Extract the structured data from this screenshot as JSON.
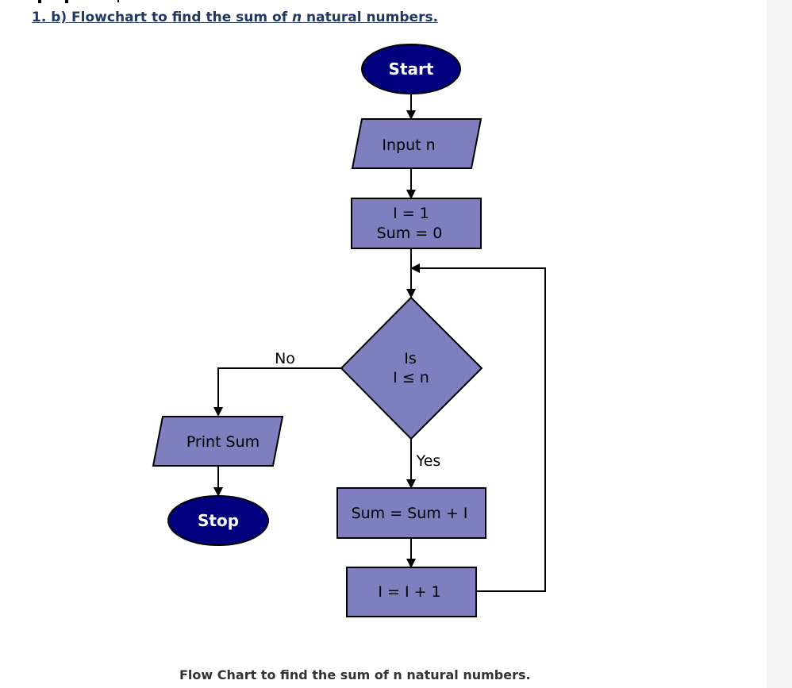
{
  "heading": {
    "prefix": "1. b) Flowchart to find the sum of ",
    "n": "n",
    "suffix": " natural numbers."
  },
  "flowchart": {
    "start": "Start",
    "input": "Input n",
    "init_line1": "I = 1",
    "init_line2": "Sum = 0",
    "decision_line1": "Is",
    "decision_line2": "I ≤ n",
    "no_label": "No",
    "yes_label": "Yes",
    "print": "Print Sum",
    "stop": "Stop",
    "sum_update": "Sum = Sum + I",
    "increment": "I = I + 1"
  },
  "caption": "Flow Chart to find the sum of n natural numbers.",
  "colors": {
    "terminal_fill": "#00007f",
    "process_fill": "#7f7fbf",
    "line": "#000000"
  }
}
